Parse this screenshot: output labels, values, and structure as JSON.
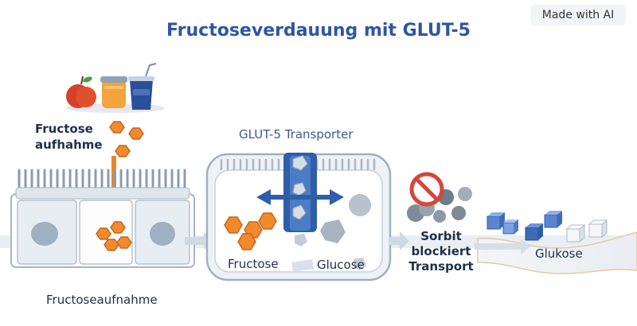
{
  "badge": "Made with AI",
  "title": "Fructoseverdauung mit GLUT-5",
  "labels": {
    "fructose_intake_line1": "Fructose",
    "fructose_intake_line2": "aufhahme",
    "cells_caption": "Fructoseaufnahme",
    "transporter": "GLUT-5 Transporter",
    "fructose": "Fructose",
    "glucose": "Glucose",
    "sorbit_line1": "Sorbit",
    "sorbit_line2": "blockiert",
    "sorbit_line3": "Transport",
    "glukose": "Glukose"
  },
  "colors": {
    "title": "#2f56a3",
    "fructose_orange": "#f08a2c",
    "transporter_blue": "#2f5ea8",
    "cell_fill": "#e6edf3",
    "block_red": "#d6453a"
  },
  "icons": [
    "apple-icon",
    "juice-jar-icon",
    "soda-cup-icon",
    "no-symbol-icon"
  ]
}
